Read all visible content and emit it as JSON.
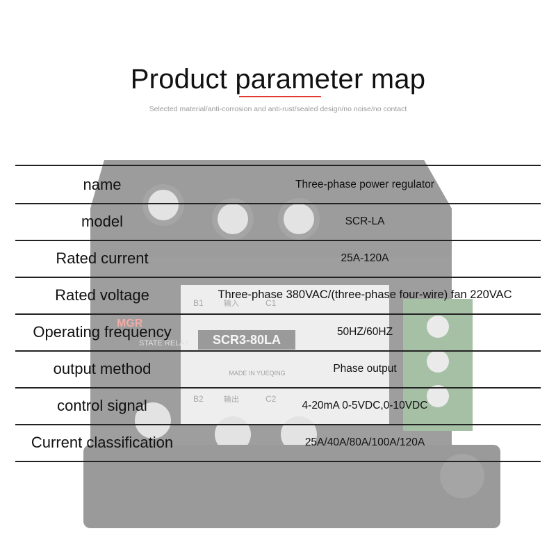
{
  "header": {
    "title": "Product parameter map",
    "subtitle": "Selected material/anti-corrosion and anti-rust/sealed design/no noise/no contact"
  },
  "colors": {
    "accent": "#e23a2f",
    "border": "#222222",
    "subtitle": "#9a9a9a"
  },
  "product_photo": {
    "brand": "MGR",
    "model_label": "SCR3-80LA",
    "made_in": "MADE IN YUEQING",
    "terminals": [
      "B1",
      "C1",
      "B2",
      "C2"
    ],
    "input_label": "输入",
    "output_label": "输出",
    "relay_text": "STATE RELAY"
  },
  "table": {
    "rows": [
      {
        "name": "name",
        "value": "Three-phase power regulator"
      },
      {
        "name": "model",
        "value": "SCR-LA"
      },
      {
        "name": "Rated current",
        "value": "25A-120A"
      },
      {
        "name": "Rated voltage",
        "value": "Three-phase 380VAC/(three-phase four-wire) fan 220VAC"
      },
      {
        "name": "Operating frequency",
        "value": "50HZ/60HZ"
      },
      {
        "name": "output method",
        "value": "Phase output"
      },
      {
        "name": "control signal",
        "value": "4-20mA  0-5VDC,0-10VDC"
      },
      {
        "name": "Current classification",
        "value": "25A/40A/80A/100A/120A"
      }
    ]
  }
}
